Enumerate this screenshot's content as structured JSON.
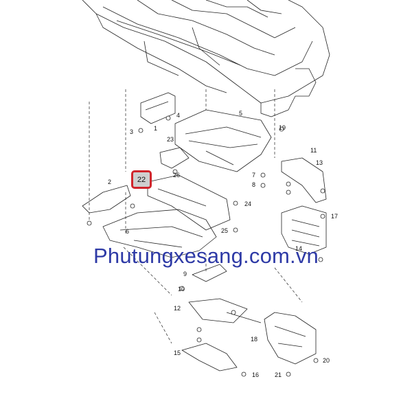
{
  "diagram": {
    "watermark": "Phutungxesang.com.vn",
    "highlighted_part": "22",
    "highlight_color": "#d0242b",
    "watermark_color": "#2e3aa6",
    "part_labels": [
      "1",
      "2",
      "3",
      "4",
      "5",
      "6",
      "7",
      "8",
      "9",
      "10",
      "11",
      "12",
      "13",
      "14",
      "15",
      "16",
      "17",
      "18",
      "19",
      "20",
      "21",
      "23",
      "24",
      "25",
      "26"
    ]
  }
}
